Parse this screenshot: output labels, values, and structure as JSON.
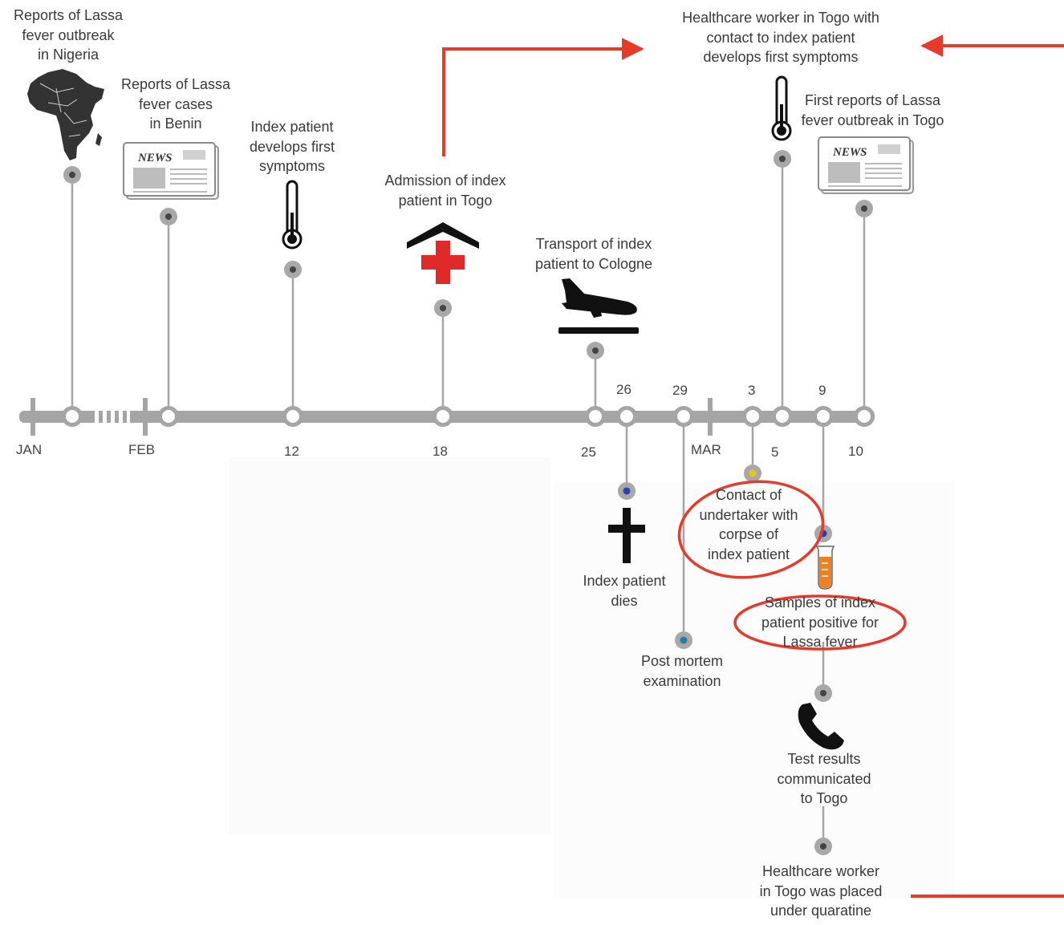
{
  "axis": {
    "months": [
      "JAN",
      "FEB",
      "MAR"
    ],
    "days_below": [
      "12",
      "18",
      "25",
      "5",
      "10"
    ],
    "days_above": [
      "26",
      "29",
      "3",
      "9"
    ]
  },
  "events": {
    "nigeria": [
      "Reports of Lassa",
      "fever outbreak",
      "in Nigeria"
    ],
    "benin": [
      "Reports of Lassa",
      "fever cases",
      "in Benin"
    ],
    "first_symptoms": [
      "Index patient",
      "develops first",
      "symptoms"
    ],
    "admission": [
      "Admission of index",
      "patient in Togo"
    ],
    "transport": [
      "Transport of index",
      "patient to Cologne"
    ],
    "hcw_symptoms": [
      "Healthcare worker in Togo with",
      "contact to index patient",
      "develops first symptoms"
    ],
    "togo_reports": [
      "First reports of Lassa",
      "fever outbreak in Togo"
    ],
    "dies": [
      "Index patient",
      "dies"
    ],
    "post_mortem": [
      "Post mortem",
      "examination"
    ],
    "undertaker": [
      "Contact of",
      "undertaker with",
      "corpse of",
      "index patient"
    ],
    "positive": [
      "Samples of index",
      "patient positive for",
      "Lassa fever"
    ],
    "results": [
      "Test results",
      "communicated",
      "to Togo"
    ],
    "quarantine": [
      "Healthcare worker",
      "in Togo was placed",
      "under quaratine"
    ]
  },
  "icons": {
    "newspaper_text": "NEWS",
    "map": "africa-map-icon",
    "thermometer": "thermometer-icon",
    "hospital": "hospital-icon",
    "plane": "airplane-landing-icon",
    "cross": "cross-icon",
    "tube": "test-tube-icon",
    "phone": "telephone-icon"
  },
  "colors": {
    "timeline": "#a5a5a5",
    "highlight": "#e63b2b",
    "medical_red": "#e02a2a",
    "tube_orange": "#f07f1e"
  }
}
